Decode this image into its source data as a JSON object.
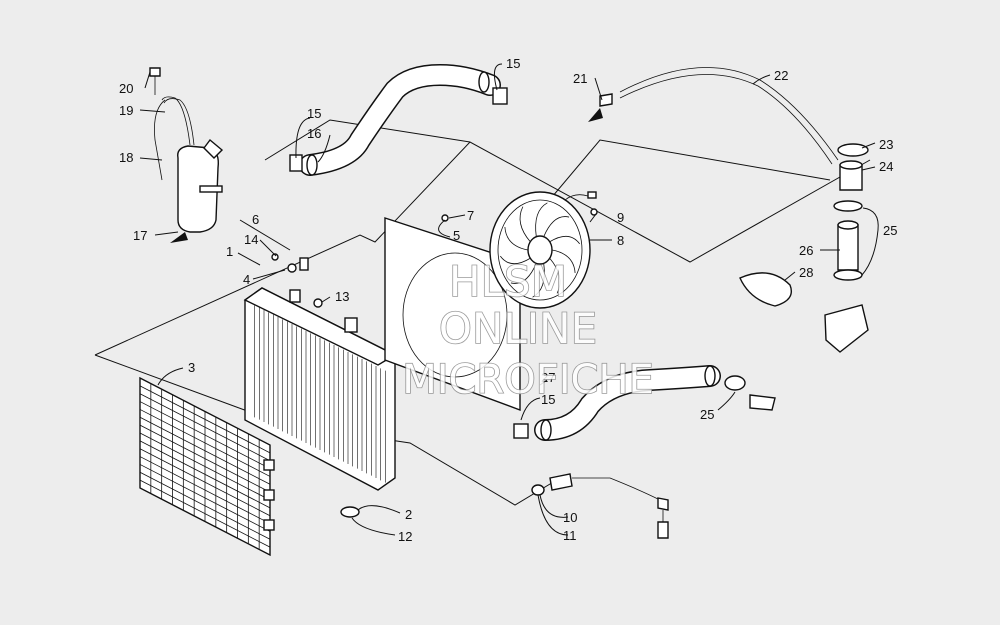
{
  "watermark": {
    "line1": "HLSM",
    "line2": "ONLINE",
    "line3": "MICROFICHE"
  },
  "callouts": {
    "n1": "1",
    "n2": "2",
    "n3": "3",
    "n4": "4",
    "n5": "5",
    "n6": "6",
    "n7": "7",
    "n8": "8",
    "n9": "9",
    "n10": "10",
    "n11": "11",
    "n12": "12",
    "n13": "13",
    "n14": "14",
    "n15a": "15",
    "n15b": "15",
    "n15c": "15",
    "n16": "16",
    "n17": "17",
    "n18": "18",
    "n19": "19",
    "n20": "20",
    "n21": "21",
    "n22": "22",
    "n23": "23",
    "n24": "24",
    "n25a": "25",
    "n25b": "25",
    "n26": "26",
    "n27": "27",
    "n28": "28"
  }
}
